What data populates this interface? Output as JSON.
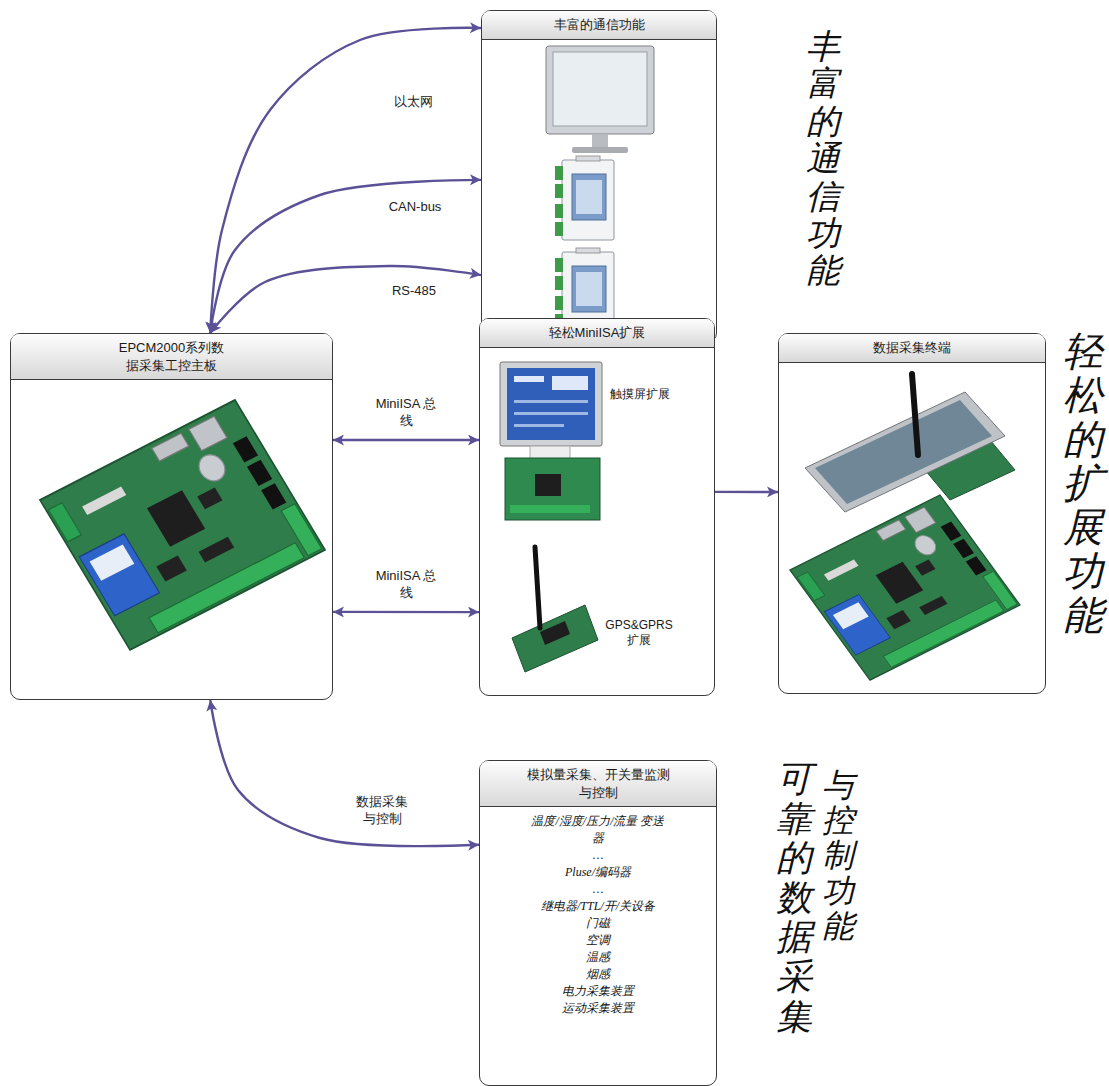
{
  "diagram": {
    "nodes": [
      {
        "text": [
          "丰富的通信功能"
        ]
      },
      {
        "text": [
          "EPCM2000系列数据采集工控主板"
        ]
      },
      {
        "text": [
          "轻松MiniISA扩展"
        ]
      },
      {
        "text": [
          "数据采集终端"
        ]
      },
      {
        "text": [
          "模拟量采集、开关量监测与控制",
          "温度/湿度/压力/流量 变送器",
          "…",
          "Pluse/编码器",
          "…",
          "继电器/TTL/开/关设备",
          "门磁",
          "空调",
          "温感",
          "烟感",
          "电力采集装置",
          "运动采集装置"
        ]
      }
    ],
    "edges": [
      {
        "from": 1,
        "to": 0,
        "label": "以太网",
        "arrow": "both"
      },
      {
        "from": 1,
        "to": 0,
        "label": "CAN-bus",
        "arrow": "both"
      },
      {
        "from": 1,
        "to": 0,
        "label": "RS-485",
        "arrow": "both"
      },
      {
        "from": 1,
        "to": 2,
        "label": "MiniISA 总线",
        "arrow": "both"
      },
      {
        "from": 1,
        "to": 2,
        "label": "MiniISA 总线",
        "arrow": "both"
      },
      {
        "from": 2,
        "to": 3,
        "arrow": "to"
      },
      {
        "from": 1,
        "to": 4,
        "label": "数据采集 与控制",
        "arrow": "both"
      }
    ],
    "labels": [
      "丰富的通信功能",
      "触摸屏扩展",
      "GPS&GPRS 扩展",
      "轻松的扩展功能",
      "可靠的数据采集",
      "与控制功能"
    ]
  }
}
